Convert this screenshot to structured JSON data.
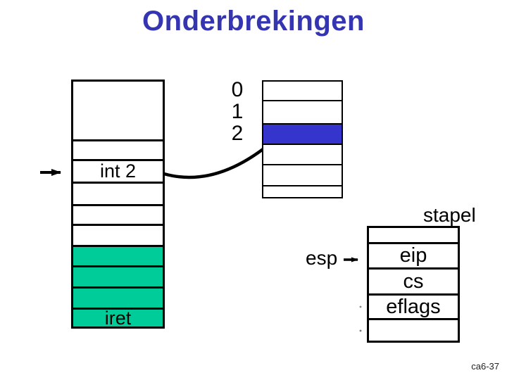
{
  "title": "Onderbrekingen",
  "footer": "ca6-37",
  "colors": {
    "title_blue": "#3535B2",
    "vector_highlight_blue": "#3535CD",
    "handler_green": "#00CC99",
    "line_black": "#000000"
  },
  "program_stack": {
    "description": "program memory with interrupt call and handler",
    "rows": [
      {
        "label": "",
        "fill": "white"
      },
      {
        "label": "",
        "fill": "white"
      },
      {
        "label": "int 2",
        "fill": "white"
      },
      {
        "label": "",
        "fill": "white"
      },
      {
        "label": "",
        "fill": "white"
      },
      {
        "label": "",
        "fill": "white"
      },
      {
        "label": "",
        "fill": "green"
      },
      {
        "label": "",
        "fill": "green"
      },
      {
        "label": "",
        "fill": "green"
      },
      {
        "label": "iret",
        "fill": "green"
      }
    ]
  },
  "vector_table": {
    "description": "interrupt vector table",
    "index_labels": [
      "0",
      "1",
      "2"
    ],
    "rows": [
      {
        "label": "",
        "fill": "white"
      },
      {
        "label": "",
        "fill": "white"
      },
      {
        "label": "",
        "fill": "blue"
      },
      {
        "label": "",
        "fill": "white"
      },
      {
        "label": "",
        "fill": "white"
      },
      {
        "label": "",
        "fill": "white"
      }
    ]
  },
  "stack_panel": {
    "title": "stapel",
    "pointer_label": "esp",
    "rows": [
      {
        "label": "",
        "fill": "white"
      },
      {
        "label": "eip",
        "fill": "white"
      },
      {
        "label": "cs",
        "fill": "white"
      },
      {
        "label": "eflags",
        "fill": "white"
      },
      {
        "label": "",
        "fill": "white"
      }
    ]
  }
}
